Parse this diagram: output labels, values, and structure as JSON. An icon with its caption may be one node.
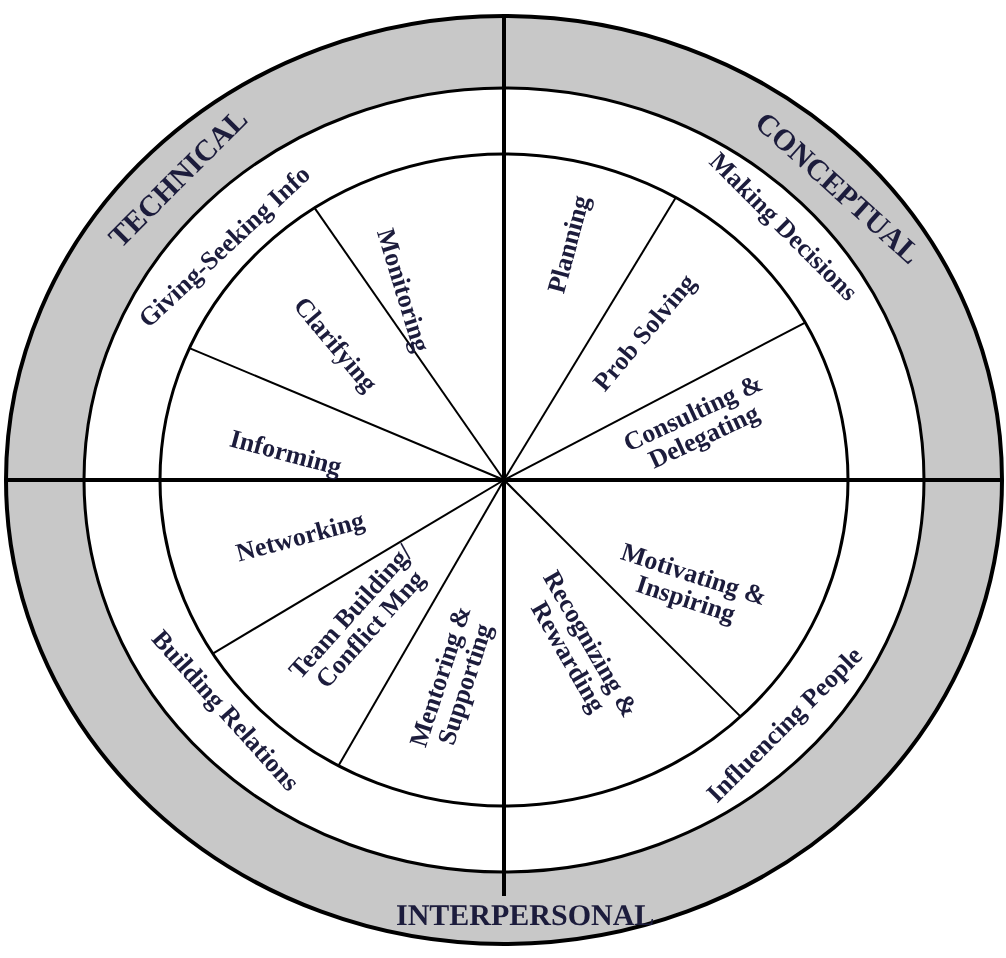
{
  "diagram": {
    "labels": [
      "TECHNICAL",
      "Giving-Seeking Info",
      "CONCEPTUAL",
      "Making Decisions",
      "Monitoring",
      "Planning",
      "Clarifying",
      "Prob Solving",
      "Informing",
      "Consulting & Delegating",
      "Networking",
      "Motivating & Inspiring",
      "Team Building/ Conflict Mng",
      "Building Relations",
      "Mentoring & Supporting",
      "Recognizing & Rewarding",
      "Influencing People",
      "INTERPERSONAL"
    ]
  }
}
